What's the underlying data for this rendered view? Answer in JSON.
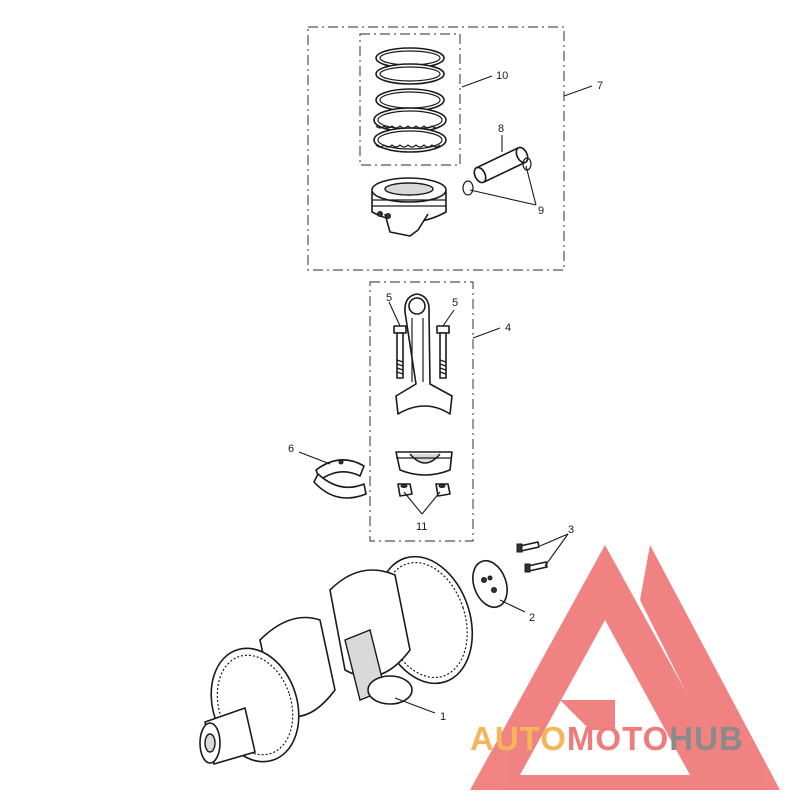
{
  "callouts": {
    "c1": "1",
    "c2": "2",
    "c3": "3",
    "c4": "4",
    "c5a": "5",
    "c5b": "5",
    "c6": "6",
    "c7": "7",
    "c8": "8",
    "c9": "9",
    "c10": "10",
    "c11": "11"
  },
  "watermark": {
    "part1": "AUTO",
    "part2": "MOTO",
    "part3": "HUB",
    "colors": {
      "auto": "#f5b65a",
      "moto": "#ef7b7b",
      "hub": "#8a8a8a",
      "logo": "#f07575"
    }
  }
}
